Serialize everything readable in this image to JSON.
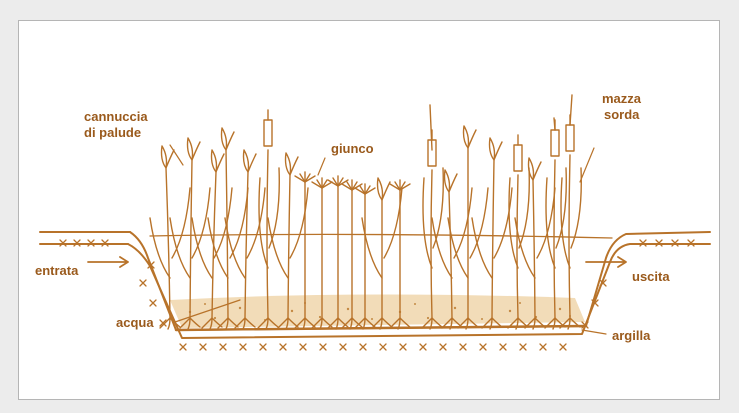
{
  "diagram": {
    "labels": {
      "cannuccia_line1": "cannuccia",
      "cannuccia_line2": "di palude",
      "giunco": "giunco",
      "mazza_line1": "mazza",
      "mazza_line2": "sorda",
      "entrata": "entrata",
      "uscita": "uscita",
      "acqua": "acqua",
      "argilla": "argilla"
    },
    "colors": {
      "ink": "#b8732a",
      "label": "#9a5a1c",
      "background": "#ececec",
      "panel": "#ffffff",
      "gravel": "#e8c99a"
    }
  }
}
